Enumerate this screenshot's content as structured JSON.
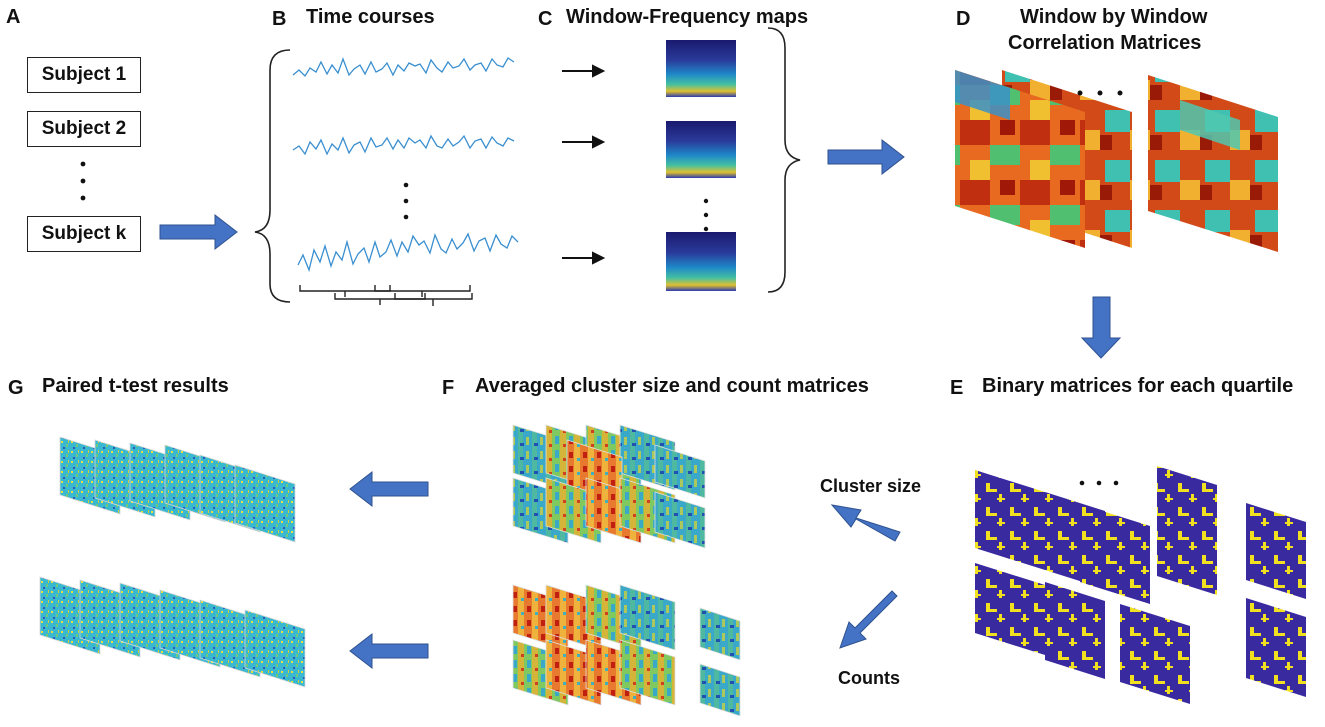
{
  "panels": {
    "a": {
      "letter": "A"
    },
    "b": {
      "letter": "B",
      "title": "Time courses"
    },
    "c": {
      "letter": "C",
      "title": "Window-Frequency maps"
    },
    "d": {
      "letter": "D",
      "title_line1": "Window by Window",
      "title_line2": "Correlation Matrices"
    },
    "e": {
      "letter": "E",
      "title": "Binary matrices for each quartile"
    },
    "f": {
      "letter": "F",
      "title": "Averaged cluster size and count matrices"
    },
    "g": {
      "letter": "G",
      "title": "Paired t-test results"
    }
  },
  "subjects": [
    "Subject 1",
    "Subject 2",
    "Subject k"
  ],
  "arrow_labels": {
    "cluster_size": "Cluster size",
    "counts": "Counts"
  },
  "colors": {
    "arrow": "#4472c4",
    "arrow_edge": "#2f528f",
    "signal": "#3a8fd0",
    "binary_bg": "#3a2aa0",
    "binary_fg": "#f0e020"
  }
}
